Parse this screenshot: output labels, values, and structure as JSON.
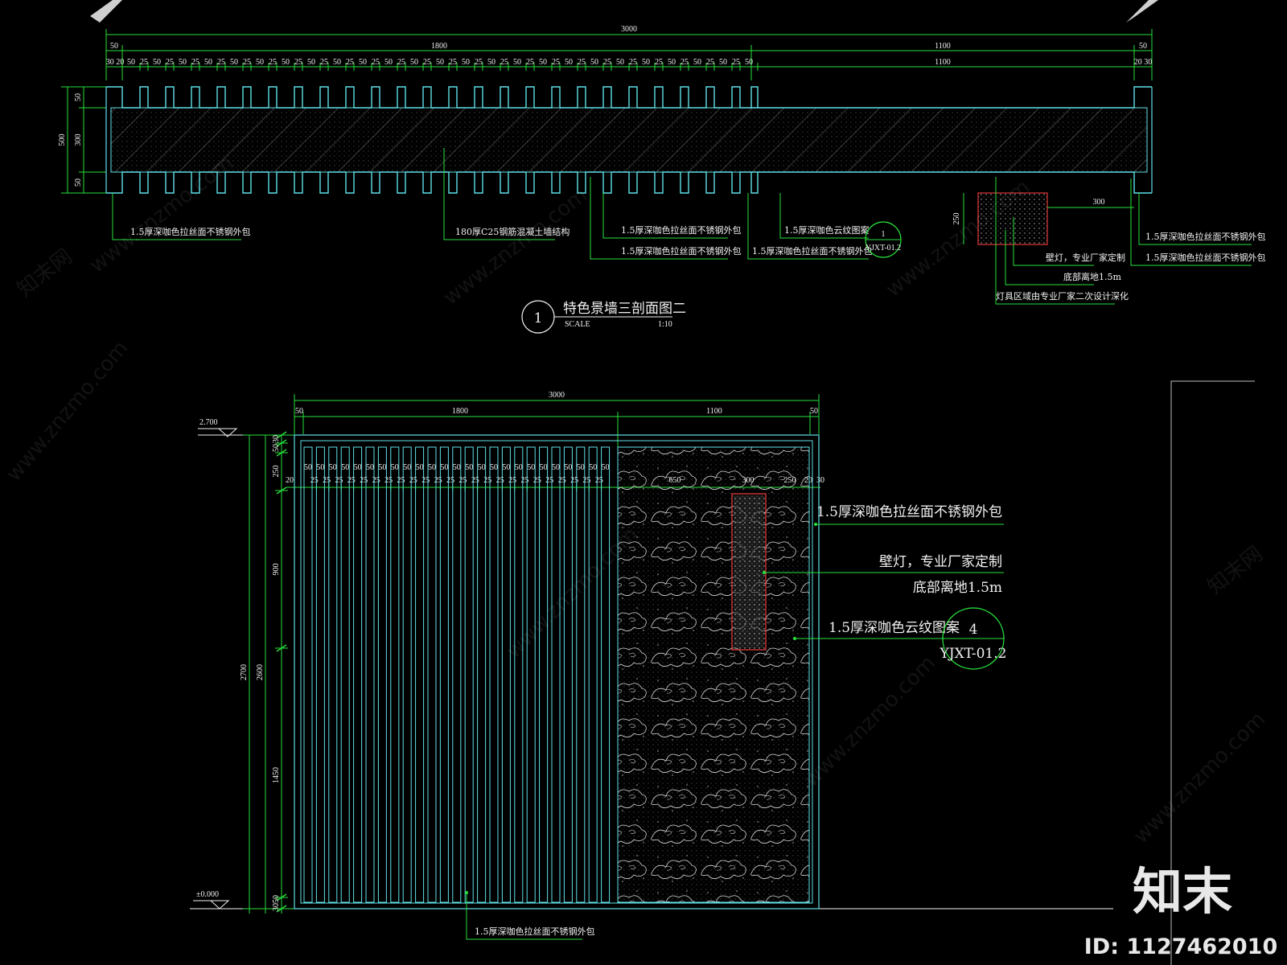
{
  "top_section": {
    "dims_total": "3000",
    "dims_parts": [
      "50",
      "1800",
      "1100",
      "50"
    ],
    "dims_fin_left": "30 20",
    "dims_fin_unit": [
      "50",
      "25"
    ],
    "dims_fin_right": "1100",
    "dims_end": "20 30",
    "height_total": "500",
    "height_parts": [
      "50",
      "300",
      "50"
    ],
    "light_w": "300",
    "light_h": "250",
    "labels": {
      "fins_outer": "1.5厚深咖色拉丝面不锈钢外包",
      "concrete": "180厚C25钢筋混凝土墙结构",
      "fins_a": "1.5厚深咖色拉丝面不锈钢外包",
      "fins_b": "1.5厚深咖色拉丝面不锈钢外包",
      "cloud": "1.5厚深咖色云纹图案",
      "fins_c": "1.5厚深咖色拉丝面不锈钢外包",
      "light_1": "壁灯，专业厂家定制",
      "light_2": "底部离地1.5m",
      "light_3": "灯具区域由专业厂家二次设计深化",
      "right_1": "1.5厚深咖色拉丝面不锈钢外包",
      "right_2": "1.5厚深咖色拉丝面不锈钢外包"
    },
    "ref_num": "1",
    "ref_sheet": "YJXT-01.2"
  },
  "title_block": {
    "number": "1",
    "title": "特色景墙三剖面图二",
    "scale_label": "SCALE",
    "scale_value": "1:10"
  },
  "elevation": {
    "dims_total": "3000",
    "dims_parts": [
      "50",
      "1800",
      "1100",
      "50"
    ],
    "fin_dims": [
      "50",
      "25"
    ],
    "edge_20": "20",
    "edge_30": "30",
    "dim_650": "650",
    "dim_300": "300",
    "dim_250": "250",
    "level_top": "2.700",
    "level_bottom": "±0.000",
    "height_total": "2700",
    "height_inner": "2600",
    "height_parts": [
      "30",
      "50",
      "250",
      "900",
      "1450",
      "50",
      "30"
    ],
    "labels": {
      "cladding": "1.5厚深咖色拉丝面不锈钢外包",
      "lamp_1": "壁灯，专业厂家定制",
      "lamp_2": "底部离地1.5m",
      "cloud": "1.5厚深咖色云纹图案",
      "bottom": "1.5厚深咖色拉丝面不锈钢外包"
    },
    "ref_num": "4",
    "ref_sheet": "YJXT-01.2"
  },
  "branding": {
    "logo": "知末",
    "id": "ID: 1127462010",
    "watermark": "www.znzmo.com",
    "watermark_cn": "知末网"
  },
  "colors": {
    "cyan": "#5fe0e8",
    "green": "#27e03c",
    "red": "#e23a3a",
    "white": "#f2f2f2"
  }
}
